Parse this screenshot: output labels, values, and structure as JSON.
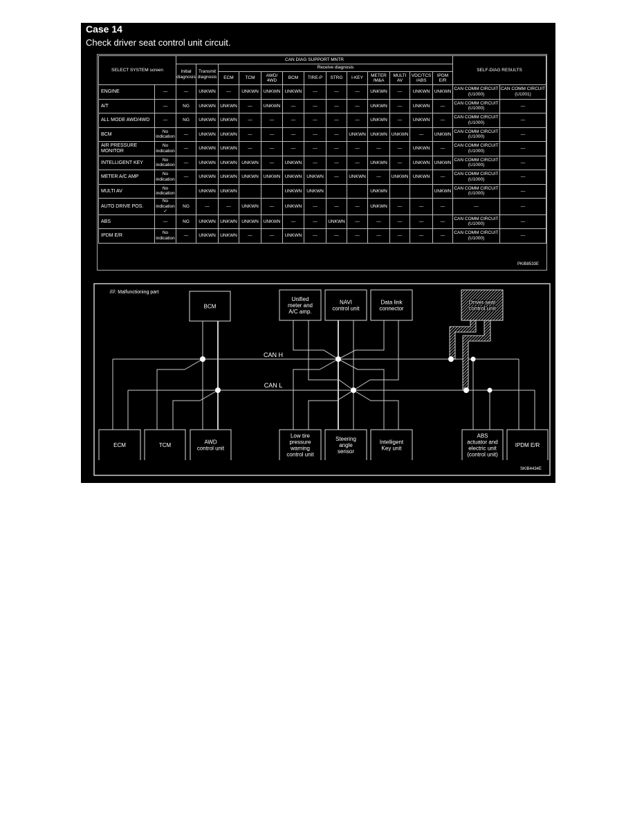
{
  "case_title": "Case 14",
  "instruction": "Check driver seat control unit circuit.",
  "table": {
    "header_group": "CAN DIAG SUPPORT MNTR",
    "receive_group": "Receive diagnosis",
    "select_system": "SELECT SYSTEM screen",
    "initial": "Initial diagnosis",
    "transmit": "Transmit diagnosis",
    "receive_cols": [
      "ECM",
      "TCM",
      "AWD/ 4WD",
      "BCM",
      "TIRE-P",
      "STRG",
      "I-KEY",
      "METER /M&A",
      "MULTI AV",
      "VDC/TCS /ABS",
      "IPDM E/R"
    ],
    "self_diag": "SELF-DIAG RESULTS",
    "rows": [
      [
        "ENGINE",
        "—",
        "—",
        "UNKWN",
        "—",
        "UNKWN",
        "UNKWN",
        "UNKWN",
        "—",
        "—",
        "—",
        "UNKWN",
        "—",
        "UNKWN",
        "UNKWN",
        "CAN COMM CIRCUIT (U1000)",
        "CAN COMM CIRCUIT (U1001)"
      ],
      [
        "A/T",
        "—",
        "NG",
        "UNKWN",
        "UNKWN",
        "—",
        "UNKWN",
        "—",
        "—",
        "—",
        "—",
        "UNKWN",
        "—",
        "UNKWN",
        "—",
        "CAN COMM CIRCUIT (U1000)",
        "—"
      ],
      [
        "ALL MODE AWD/4WD",
        "—",
        "NG",
        "UNKWN",
        "UNKWN",
        "—",
        "—",
        "—",
        "—",
        "—",
        "—",
        "UNKWN",
        "—",
        "UNKWN",
        "—",
        "CAN COMM CIRCUIT (U1000)",
        "—"
      ],
      [
        "BCM",
        "No indication",
        "—",
        "UNKWN",
        "UNKWN",
        "—",
        "—",
        "—",
        "—",
        "—",
        "UNKWN",
        "UNKWN",
        "UNKWN",
        "—",
        "UNKWN",
        "CAN COMM CIRCUIT (U1000)",
        "—"
      ],
      [
        "AIR PRESSURE MONITOR",
        "No indication",
        "—",
        "UNKWN",
        "UNKWN",
        "—",
        "—",
        "—",
        "—",
        "—",
        "—",
        "—",
        "—",
        "UNKWN",
        "—",
        "CAN COMM CIRCUIT (U1000)",
        "—"
      ],
      [
        "INTELLIGENT KEY",
        "No indication",
        "—",
        "UNKWN",
        "UNKWN",
        "UNKWN",
        "—",
        "UNKWN",
        "—",
        "—",
        "—",
        "UNKWN",
        "—",
        "UNKWN",
        "UNKWN",
        "CAN COMM CIRCUIT (U1000)",
        "—"
      ],
      [
        "METER A/C AMP",
        "No indication",
        "—",
        "UNKWN",
        "UNKWN",
        "UNKWN",
        "UNKWN",
        "UNKWN",
        "UNKWN",
        "—",
        "UNKWN",
        "—",
        "UNKWN",
        "UNKWN",
        "—",
        "CAN COMM CIRCUIT (U1000)",
        "—"
      ],
      [
        "MULTI AV",
        "No indication",
        "",
        "UNKWN",
        "UNKWN",
        "",
        "",
        "UNKWN",
        "UNKWN",
        "",
        "",
        "UNKWN",
        "",
        "",
        "UNKWN",
        "CAN COMM CIRCUIT (U1000)",
        "—"
      ],
      [
        "AUTO DRIVE POS.",
        "No indication ✓",
        "NG",
        "—",
        "—",
        "UNKWN",
        "—",
        "UNKWN",
        "—",
        "—",
        "—",
        "UNKWN",
        "—",
        "—",
        "—",
        "—",
        "—"
      ],
      [
        "ABS",
        "—",
        "NG",
        "UNKWN",
        "UNKWN",
        "UNKWN",
        "UNKWN",
        "—",
        "—",
        "UNKWN",
        "—",
        "—",
        "—",
        "—",
        "—",
        "CAN COMM CIRCUIT (U1000)",
        "—"
      ],
      [
        "IPDM E/R",
        "No indication",
        "—",
        "UNKWN",
        "UNKWN",
        "—",
        "—",
        "UNKWN",
        "—",
        "—",
        "—",
        "—",
        "—",
        "—",
        "—",
        "CAN COMM CIRCUIT (U1000)",
        "—"
      ]
    ],
    "figure_code": "PKIB8533E"
  },
  "diagram": {
    "legend": "////: Malfunctioning part",
    "can_h": "CAN H",
    "can_l": "CAN L",
    "top_units": [
      [
        "BCM"
      ],
      [
        "Unified",
        "meter and",
        "A/C amp."
      ],
      [
        "NAVI",
        "control unit"
      ],
      [
        "Data link",
        "connector"
      ],
      [
        "Driver seat",
        "control unit"
      ]
    ],
    "bottom_units": [
      [
        "ECM"
      ],
      [
        "TCM"
      ],
      [
        "AWD",
        "control unit"
      ],
      [
        "Low tire",
        "pressure",
        "warning",
        "control unit"
      ],
      [
        "Steering",
        "angle",
        "sensor"
      ],
      [
        "Intelligent",
        "Key unit"
      ],
      [
        "ABS",
        "actuator and",
        "electric unit",
        "(control unit)"
      ],
      [
        "IPDM E/R"
      ]
    ],
    "figure_code": "SKIB4434E",
    "malfunction_color": "#ffffff"
  }
}
